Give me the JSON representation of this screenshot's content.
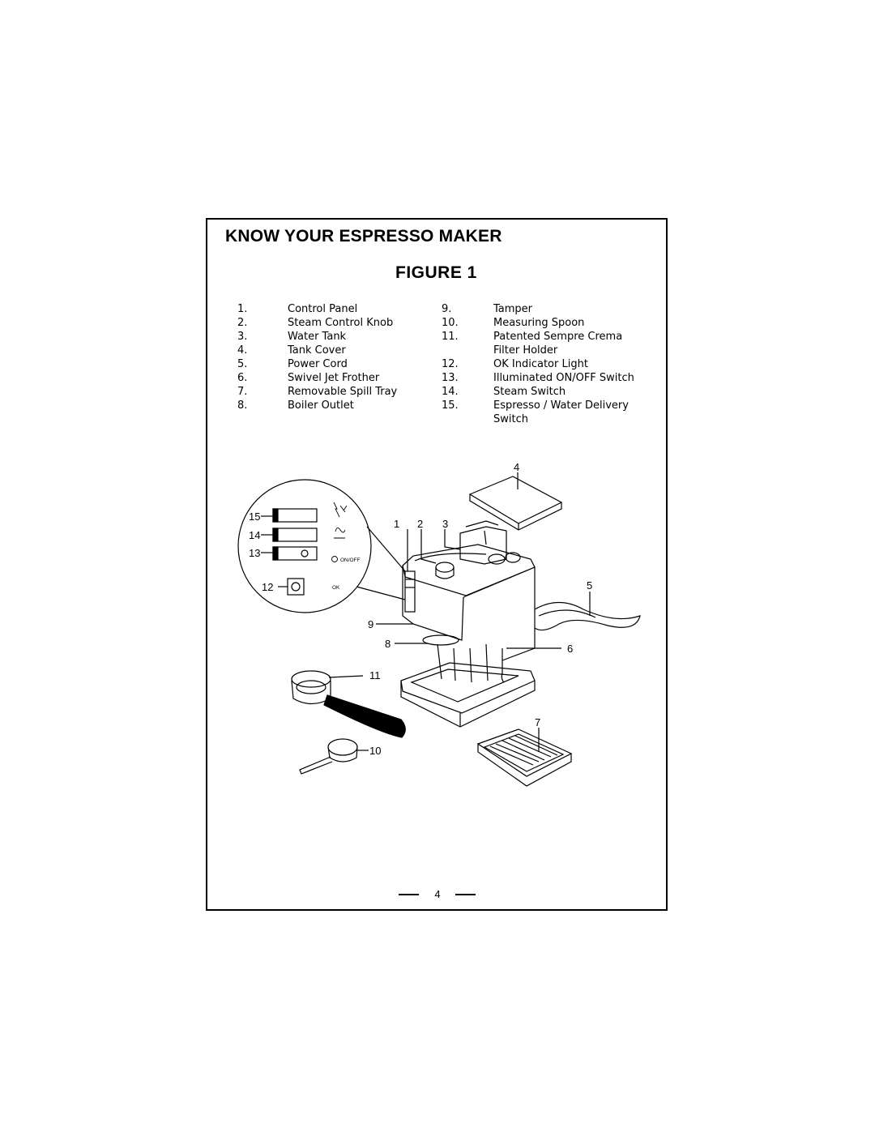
{
  "page": {
    "title": "KNOW YOUR ESPRESSO MAKER",
    "figure_title": "FIGURE 1",
    "page_number": "4"
  },
  "parts_left": [
    {
      "num": "1.",
      "name": "Control Panel"
    },
    {
      "num": "2.",
      "name": "Steam Control Knob"
    },
    {
      "num": "3.",
      "name": "Water Tank"
    },
    {
      "num": "4.",
      "name": "Tank Cover"
    },
    {
      "num": "5.",
      "name": "Power Cord"
    },
    {
      "num": "6.",
      "name": "Swivel Jet Frother"
    },
    {
      "num": "7.",
      "name": "Removable Spill Tray"
    },
    {
      "num": "8.",
      "name": "Boiler Outlet"
    }
  ],
  "parts_right": [
    {
      "num": "9.",
      "name": "Tamper"
    },
    {
      "num": "10.",
      "name": "Measuring Spoon"
    },
    {
      "num": "11.",
      "name": "Patented Sempre Crema"
    },
    {
      "num": "",
      "name": "Filter Holder"
    },
    {
      "num": "12.",
      "name": " OK  Indicator Light"
    },
    {
      "num": "13.",
      "name": "Illuminated ON/OFF Switch"
    },
    {
      "num": "14.",
      "name": "Steam Switch"
    },
    {
      "num": "15.",
      "name": "Espresso / Water Delivery"
    },
    {
      "num": "",
      "name": "Switch"
    }
  ],
  "callouts": {
    "c1": "1",
    "c2": "2",
    "c3": "3",
    "c4": "4",
    "c5": "5",
    "c6": "6",
    "c7": "7",
    "c8": "8",
    "c9": "9",
    "c10": "10",
    "c11": "11",
    "c12": "12",
    "c13": "13",
    "c14": "14",
    "c15": "15"
  },
  "panel_labels": {
    "on_off": "ON/OFF",
    "ok": "OK"
  }
}
